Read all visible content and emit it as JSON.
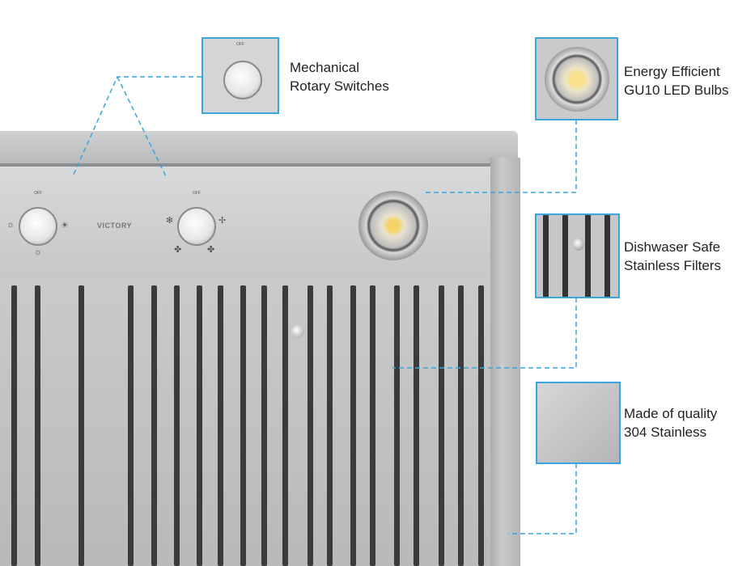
{
  "product": {
    "brand": "VICTORY",
    "off_label": "OFF"
  },
  "callouts": [
    {
      "line1": "Mechanical",
      "line2": "Rotary Switches"
    },
    {
      "line1": "Energy Efficient",
      "line2": "GU10 LED Bulbs"
    },
    {
      "line1": "Dishwaser Safe",
      "line2": "Stainless Filters"
    },
    {
      "line1": "Made of quality",
      "line2": "304 Stainless"
    }
  ],
  "colors": {
    "accent": "#3aa6dc",
    "stainless": "#c6c7c9",
    "led": "#f5c542"
  }
}
